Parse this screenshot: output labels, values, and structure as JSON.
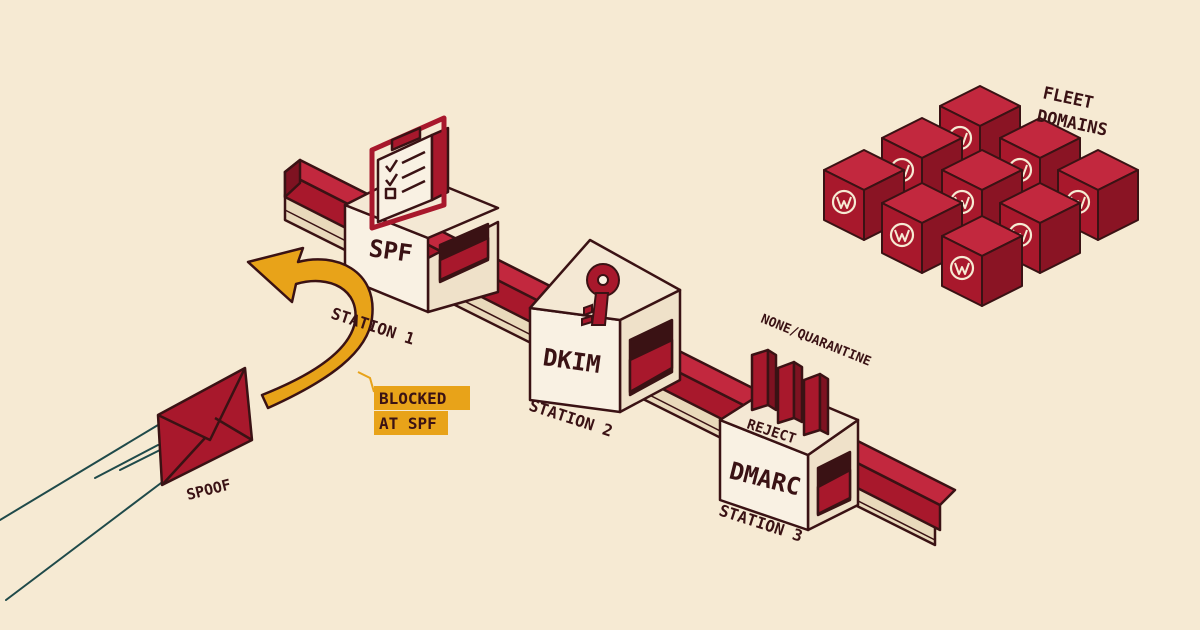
{
  "stations": {
    "spf": {
      "name": "SPF",
      "label": "STATION 1"
    },
    "dkim": {
      "name": "DKIM",
      "label": "STATION 2"
    },
    "dmarc": {
      "name": "DMARC",
      "label": "STATION 3"
    }
  },
  "dmarc_policies": {
    "upper": "NONE/QUARANTINE",
    "lower": "REJECT"
  },
  "spoof_label": "SPOOF",
  "blocked_label": {
    "line1": "BLOCKED",
    "line2": "AT SPF"
  },
  "fleet_label": {
    "line1": "FLEET",
    "line2": "DOMAINS"
  },
  "colors": {
    "background": "#f6ead3",
    "crimson": "#a8182c",
    "dark_outline": "#3a1214",
    "box_fill": "#f9f1e3",
    "arrow_orange": "#e8a319",
    "motion_lines": "#1f4a4a"
  },
  "icons": {
    "spf": "clipboard-checklist-icon",
    "dkim": "key-icon",
    "dmarc": "policy-blocks-icon",
    "cube": "wordpress-logo-icon",
    "spoof": "envelope-icon"
  }
}
